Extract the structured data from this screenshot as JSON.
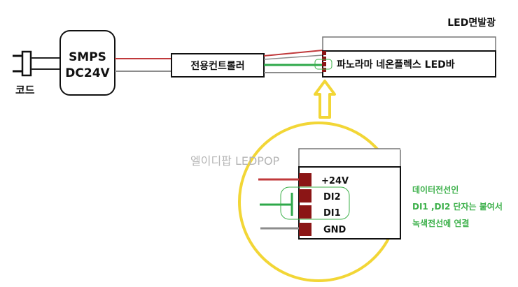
{
  "labels": {
    "cord": "코드",
    "smps_line1": "SMPS",
    "smps_line2": "DC24V",
    "controller": "전용컨트롤러",
    "strip_header": "LED면발광",
    "strip": "파노라마 네온플렉스 LED바",
    "watermark": "엘이디팝 LEDPOP",
    "pin_24v": "+24V",
    "pin_di2": "DI2",
    "pin_di1": "DI1",
    "pin_gnd": "GND",
    "note_line1": "데이터전선인",
    "note_line2": "DI1 ,DI2 단자는 붙여서",
    "note_line3": "녹색전선에 연결"
  },
  "colors": {
    "wire_red": "#c0393b",
    "wire_green": "#2ea84a",
    "wire_gray": "#8c8c8c",
    "wire_black": "#222222",
    "terminal": "#8b1515",
    "circle": "#f2d636",
    "arrow": "#f2d636",
    "note_text": "#3cb04a"
  }
}
